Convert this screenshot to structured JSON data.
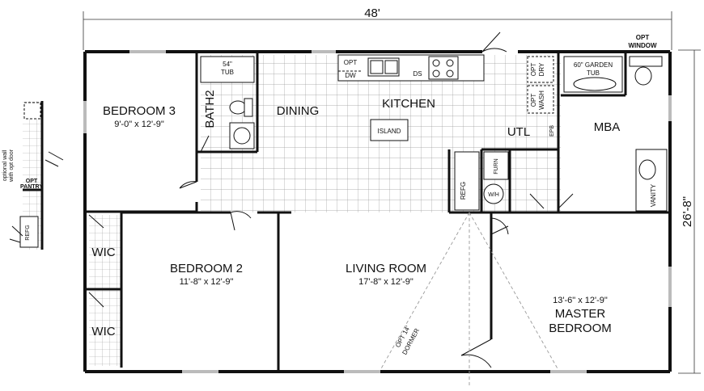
{
  "dimensions": {
    "width": "48'",
    "depth": "26'-8\""
  },
  "rooms": {
    "bedroom3": {
      "name": "BEDROOM 3",
      "size": "9'-0\" x 12'-9\""
    },
    "bath2": {
      "name": "BATH2"
    },
    "dining": {
      "name": "DINING"
    },
    "kitchen": {
      "name": "KITCHEN"
    },
    "utl": {
      "name": "UTL"
    },
    "mba": {
      "name": "MBA"
    },
    "bedroom2": {
      "name": "BEDROOM 2",
      "size": "11'-8\" x 12'-9\""
    },
    "living": {
      "name": "LIVING ROOM",
      "size": "17'-8\" x 12'-9\""
    },
    "master": {
      "name_line1": "MASTER",
      "name_line2": "BEDROOM",
      "size": "13'-6\" x 12'-9\""
    },
    "wic_upper": {
      "name": "WIC"
    },
    "wic_lower": {
      "name": "WIC"
    }
  },
  "fixtures": {
    "tub54_line1": "54\"",
    "tub54_line2": "TUB",
    "opt_dw_line1": "OPT",
    "opt_dw_line2": "DW",
    "ds": "DS",
    "opt_dry_line1": "OPT",
    "opt_dry_line2": "DRY",
    "opt_wash_line1": "OPT",
    "opt_wash_line2": "WASH",
    "garden_tub_line1": "60\" GARDEN",
    "garden_tub_line2": "TUB",
    "opt_window_line1": "OPT",
    "opt_window_line2": "WINDOW",
    "island": "ISLAND",
    "epb": "EPB",
    "furn": "FURN",
    "wh": "W/H",
    "refg": "REFG",
    "vanity": "VANITY",
    "dormer_line1": "OPT 14'",
    "dormer_line2": "DORMER"
  },
  "inset": {
    "note_line1": "optional wall",
    "note_line2": "with opt door",
    "opt_pantry_line1": "OPT",
    "opt_pantry_line2": "PANTRY",
    "refg": "REFG"
  }
}
